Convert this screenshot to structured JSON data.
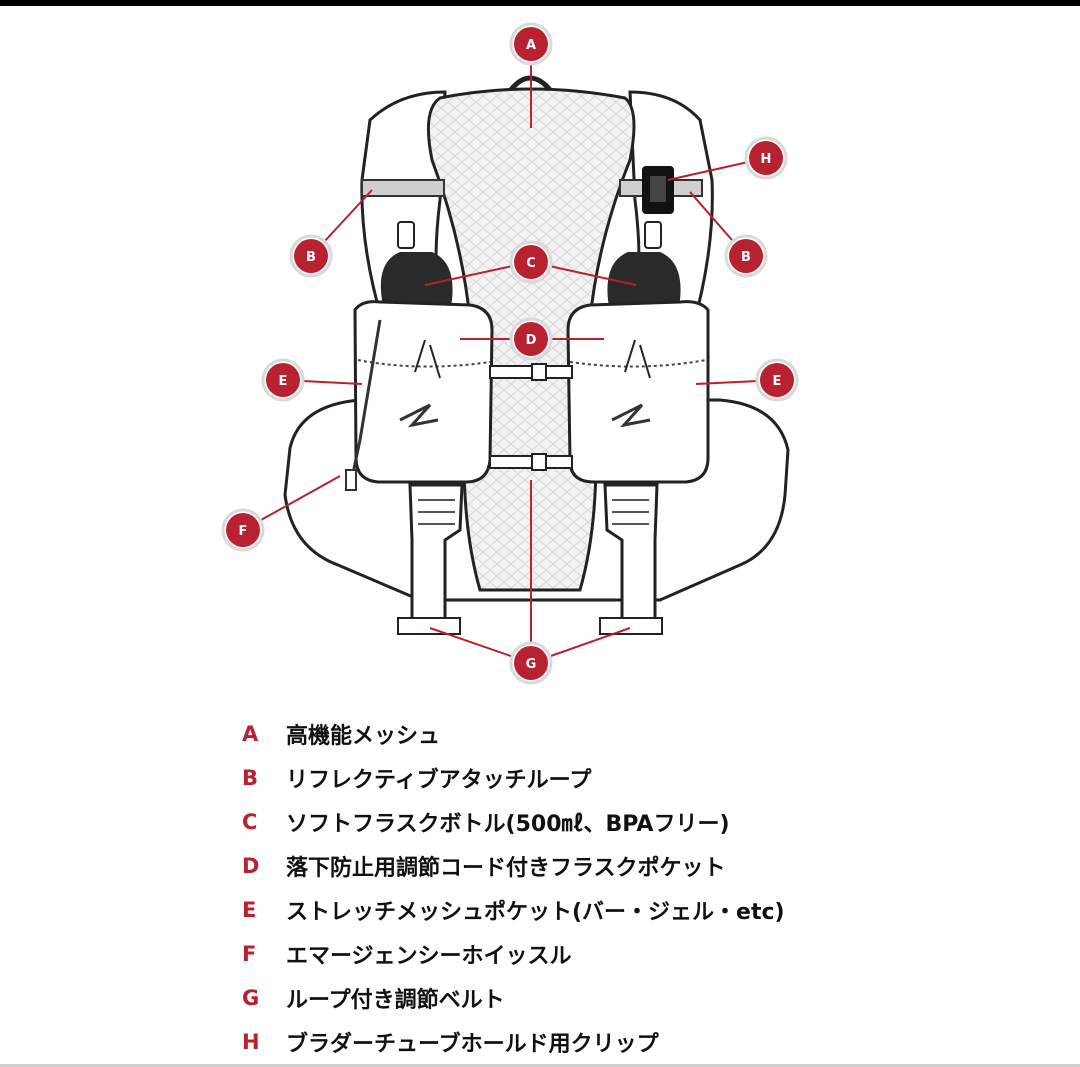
{
  "colors": {
    "accent": "#b8212f",
    "outline": "#222222",
    "mesh": "#efefef"
  },
  "diagram": {
    "callouts": [
      {
        "id": "A",
        "letter": "A"
      },
      {
        "id": "B-left",
        "letter": "B"
      },
      {
        "id": "B-right",
        "letter": "B"
      },
      {
        "id": "C",
        "letter": "C"
      },
      {
        "id": "D",
        "letter": "D"
      },
      {
        "id": "E-left",
        "letter": "E"
      },
      {
        "id": "E-right",
        "letter": "E"
      },
      {
        "id": "F",
        "letter": "F"
      },
      {
        "id": "G",
        "letter": "G"
      },
      {
        "id": "H",
        "letter": "H"
      }
    ]
  },
  "legend": {
    "items": [
      {
        "letter": "A",
        "text": "高機能メッシュ"
      },
      {
        "letter": "B",
        "text": "リフレクティブアタッチループ"
      },
      {
        "letter": "C",
        "text": "ソフトフラスクボトル(500㎖、BPAフリー)"
      },
      {
        "letter": "D",
        "text": "落下防止用調節コード付きフラスクポケット"
      },
      {
        "letter": "E",
        "text": "ストレッチメッシュポケット(バー・ジェル・etc)"
      },
      {
        "letter": "F",
        "text": "エマージェンシーホイッスル"
      },
      {
        "letter": "G",
        "text": "ループ付き調節ベルト"
      },
      {
        "letter": "H",
        "text": "ブラダーチューブホールド用クリップ"
      }
    ]
  }
}
